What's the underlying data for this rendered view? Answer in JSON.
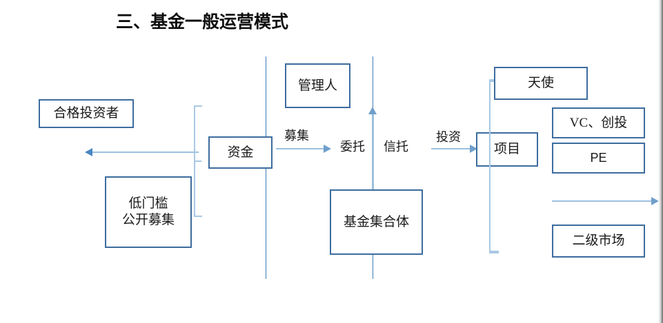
{
  "slide": {
    "title": "三、基金一般运营模式",
    "accent_color": "#3c6c9e",
    "arrow_color": "#9cc0de",
    "rule_color": "#3c7bb5",
    "brace_color": "#a9c8e4"
  },
  "boxes": {
    "qualified_investor": "合格投资者",
    "low_threshold": {
      "line1": "低门槛",
      "line2": "公开募集"
    },
    "capital": "资金",
    "manager": "管理人",
    "fund_pool": "基金集合体",
    "project": "项目",
    "angel": "天使",
    "vc": "VC、创投",
    "pe": "PE",
    "secondary_market": "二级市场"
  },
  "labels": {
    "raise": "募集",
    "entrust": "委托",
    "trust": "信托",
    "invest": "投资"
  },
  "connectors": {
    "return_arrow": "left-arrow",
    "raise_arrow": "right-arrow",
    "trust_arrow": "up-arrow",
    "invest_arrow": "right-arrow",
    "exit_arrow": "right-arrow",
    "left_brace": "left-curly-brace",
    "right_brace": "right-curly-brace"
  }
}
